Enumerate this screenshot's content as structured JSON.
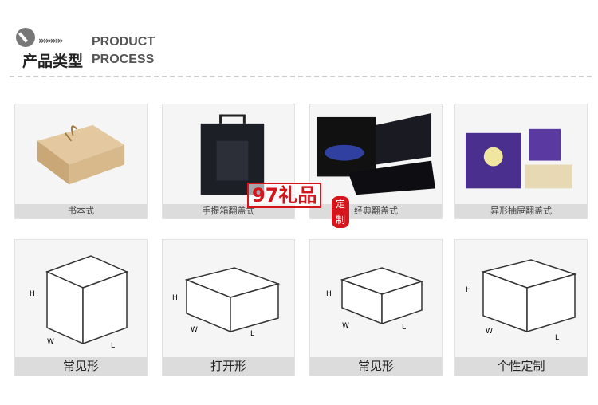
{
  "header": {
    "title_en_1": "PRODUCT",
    "title_en_2": "PROCESS",
    "title_cn": "产品类型",
    "arrows": "››››››››››"
  },
  "top_products": [
    {
      "label": "书本式"
    },
    {
      "label": "手提箱翻盖式"
    },
    {
      "label": "经典翻盖式"
    },
    {
      "label": "异形抽屉翻盖式"
    }
  ],
  "bottom_shapes": [
    {
      "label": "常见形",
      "dims": [
        "H",
        "W",
        "L"
      ]
    },
    {
      "label": "打开形",
      "dims": [
        "H",
        "W",
        "L"
      ]
    },
    {
      "label": "常见形",
      "dims": [
        "H",
        "W",
        "L"
      ]
    },
    {
      "label": "个性定制",
      "dims": [
        "H",
        "W",
        "L"
      ]
    }
  ],
  "watermark": {
    "text": "97礼品",
    "seal": "定制"
  },
  "colors": {
    "watermark": "#d5141b",
    "label_bar": "#dcdcdc"
  }
}
